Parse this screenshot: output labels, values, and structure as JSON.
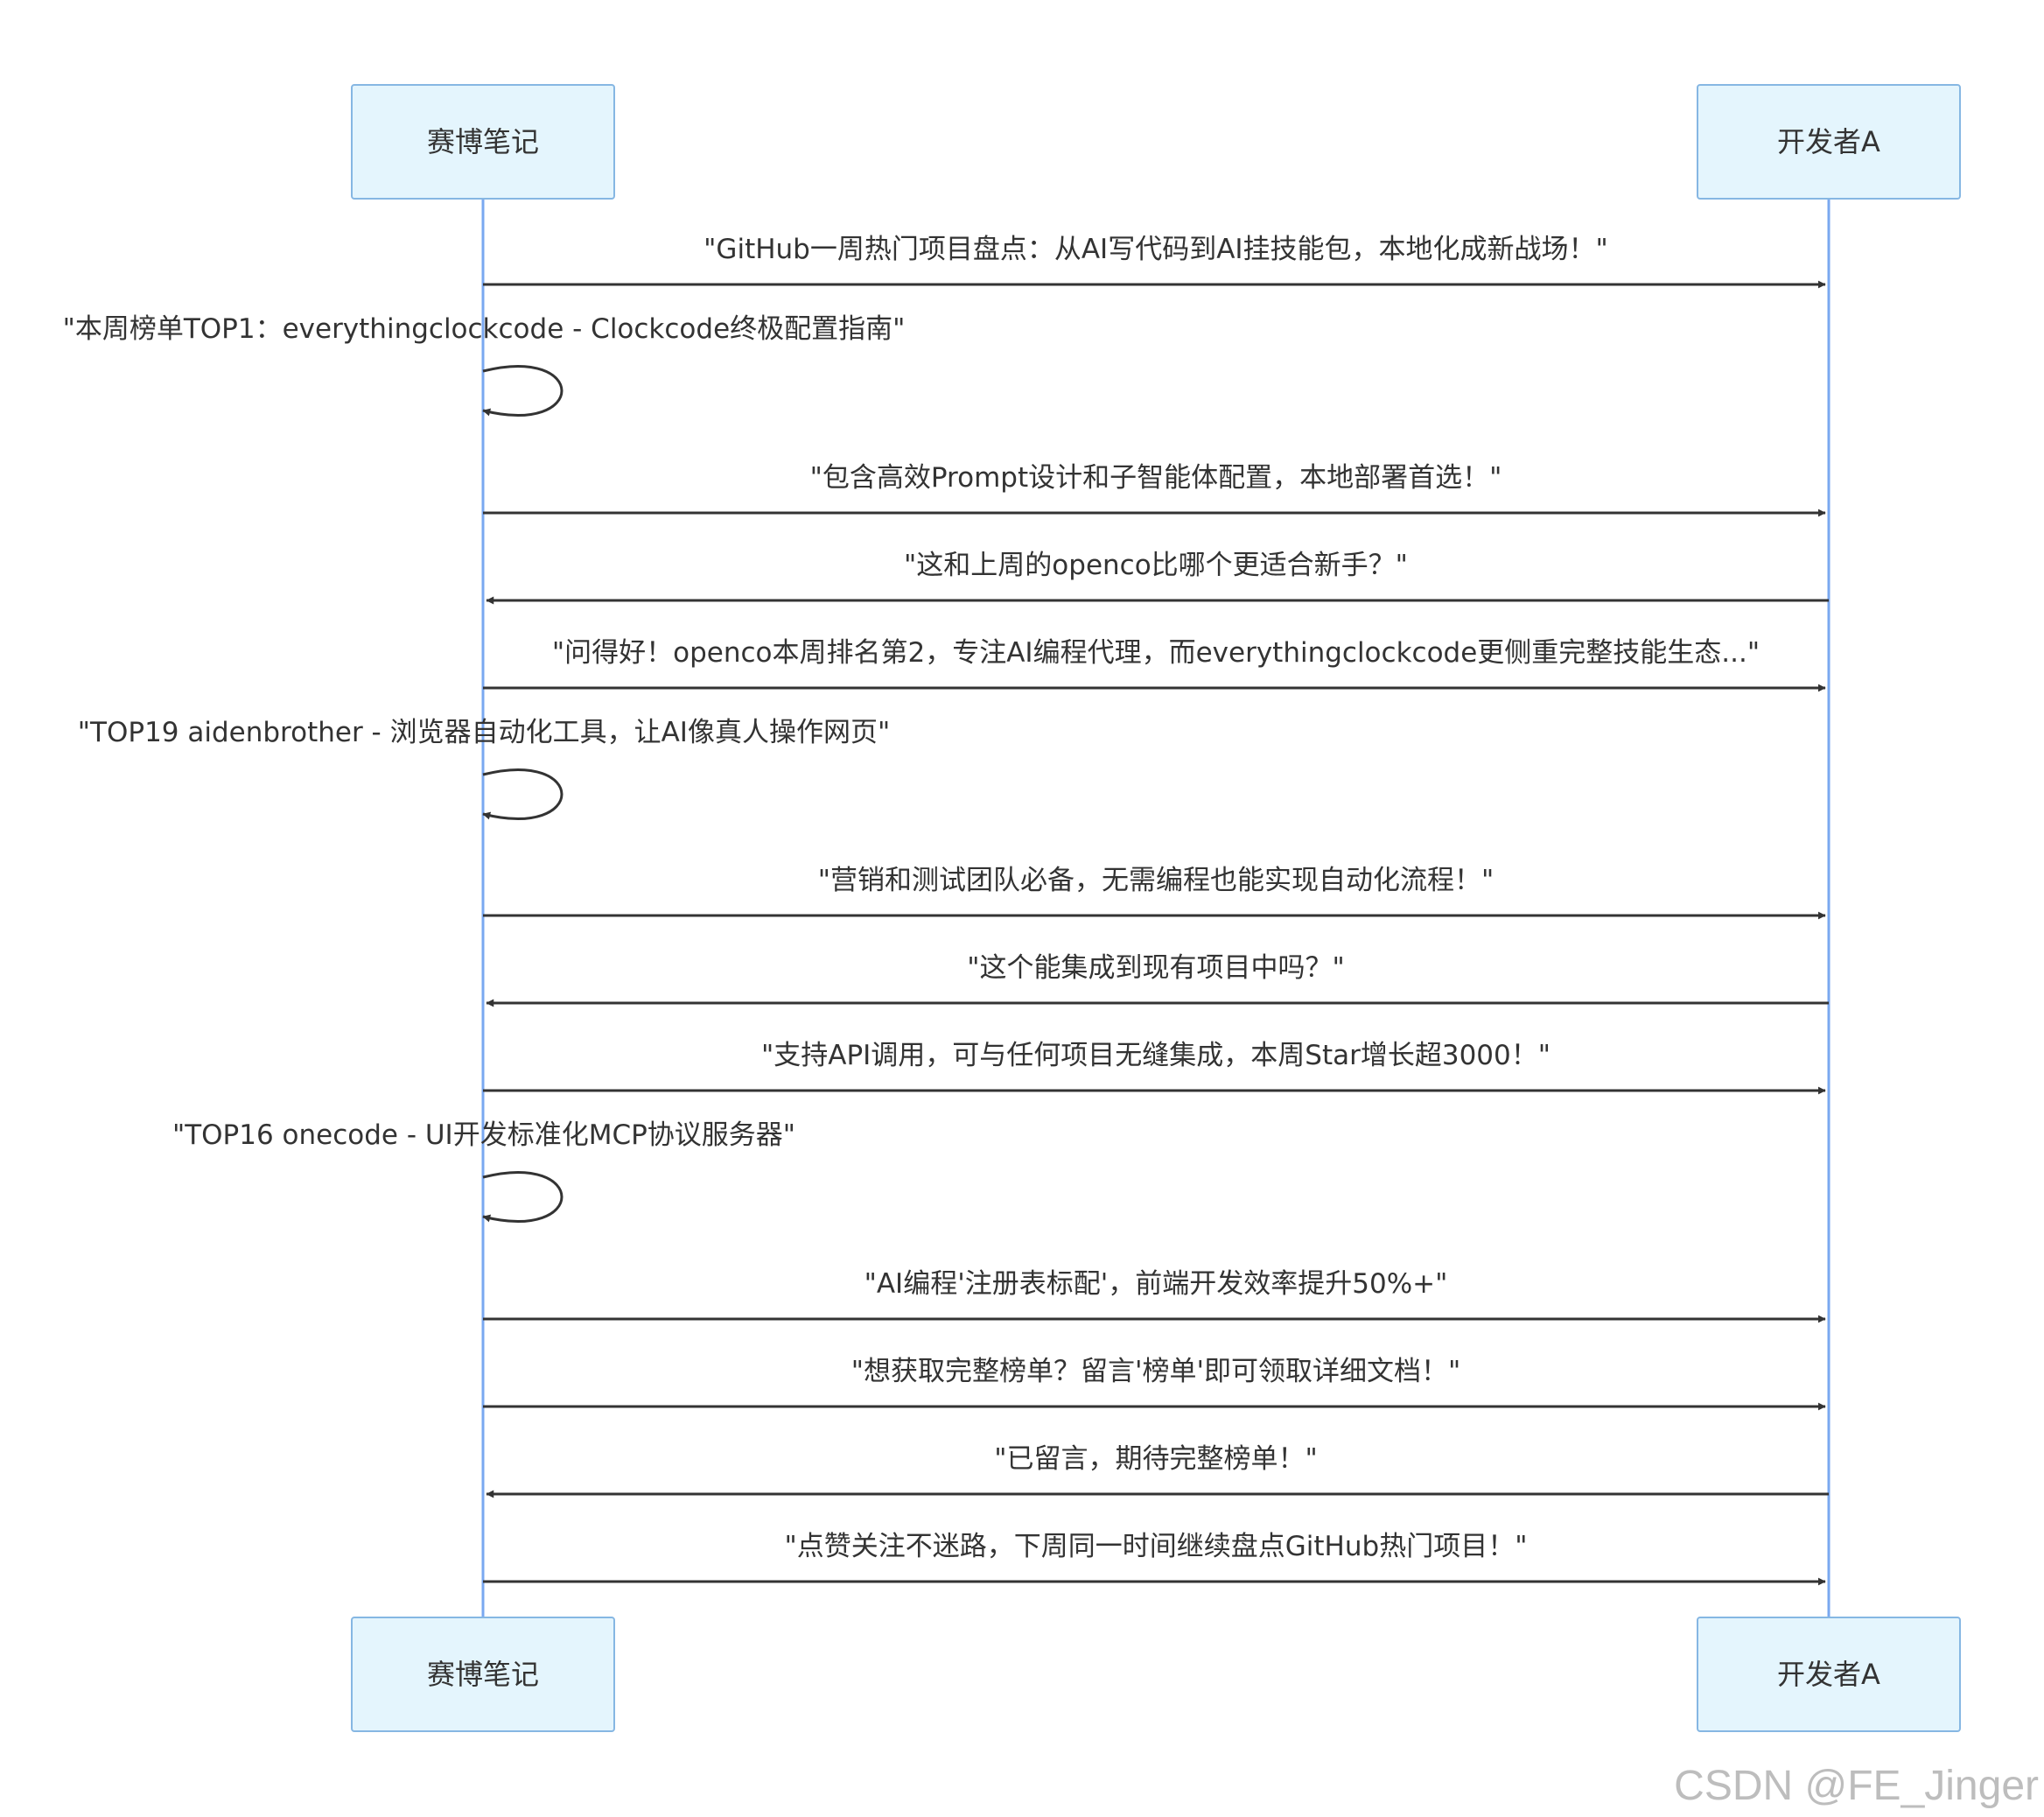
{
  "actors": [
    {
      "name": "赛博笔记"
    },
    {
      "name": "开发者A"
    }
  ],
  "messages": [
    {
      "from": "赛博笔记",
      "to": "开发者A",
      "text": "\"GitHub一周热门项目盘点：从AI写代码到AI挂技能包，本地化成新战场！\""
    },
    {
      "from": "赛博笔记",
      "to": "赛博笔记",
      "text": "\"本周榜单TOP1：everythingclockcode - Clockcode终极配置指南\""
    },
    {
      "from": "赛博笔记",
      "to": "开发者A",
      "text": "\"包含高效Prompt设计和子智能体配置，本地部署首选！\""
    },
    {
      "from": "开发者A",
      "to": "赛博笔记",
      "text": "\"这和上周的openco比哪个更适合新手？\""
    },
    {
      "from": "赛博笔记",
      "to": "开发者A",
      "text": "\"问得好！openco本周排名第2，专注AI编程代理，而everythingclockcode更侧重完整技能生态...\""
    },
    {
      "from": "赛博笔记",
      "to": "赛博笔记",
      "text": "\"TOP19 aidenbrother - 浏览器自动化工具，让AI像真人操作网页\""
    },
    {
      "from": "赛博笔记",
      "to": "开发者A",
      "text": "\"营销和测试团队必备，无需编程也能实现自动化流程！\""
    },
    {
      "from": "开发者A",
      "to": "赛博笔记",
      "text": "\"这个能集成到现有项目中吗？\""
    },
    {
      "from": "赛博笔记",
      "to": "开发者A",
      "text": "\"支持API调用，可与任何项目无缝集成，本周Star增长超3000！\""
    },
    {
      "from": "赛博笔记",
      "to": "赛博笔记",
      "text": "\"TOP16 onecode - UI开发标准化MCP协议服务器\""
    },
    {
      "from": "赛博笔记",
      "to": "开发者A",
      "text": "\"AI编程'注册表标配'，前端开发效率提升50%+\""
    },
    {
      "from": "赛博笔记",
      "to": "开发者A",
      "text": "\"想获取完整榜单？留言'榜单'即可领取详细文档！\""
    },
    {
      "from": "开发者A",
      "to": "赛博笔记",
      "text": "\"已留言，期待完整榜单！\""
    },
    {
      "from": "赛博笔记",
      "to": "开发者A",
      "text": "\"点赞关注不迷路，下周同一时间继续盘点GitHub热门项目！\""
    }
  ],
  "watermark": "CSDN @FE_Jinger",
  "colors": {
    "actor_fill": "#e4f5fd",
    "actor_stroke": "#86b7e3",
    "lifeline": "#7aa8f0",
    "arrow": "#333333",
    "text": "#333333",
    "watermark": "#bdbdbd"
  }
}
